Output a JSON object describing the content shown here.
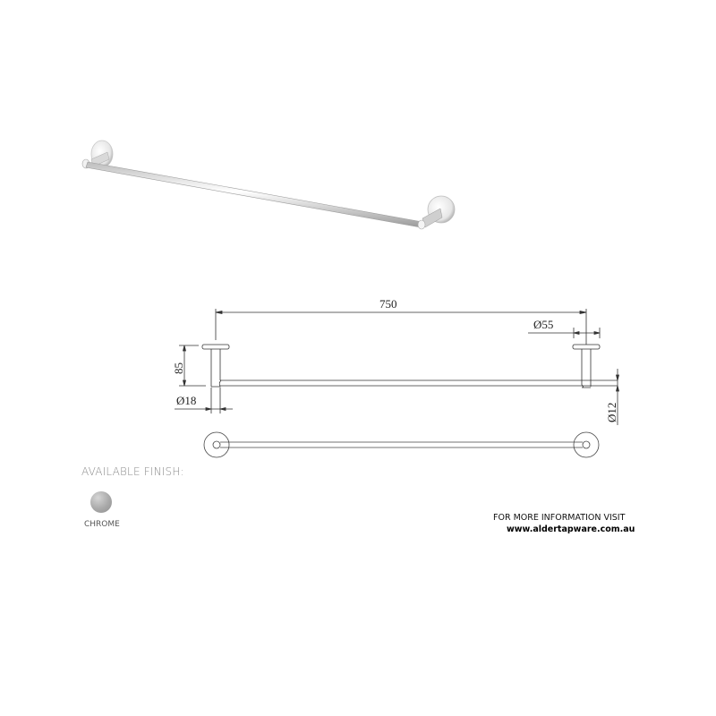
{
  "product_render": {
    "description": "chrome towel rail perspective view"
  },
  "drawing": {
    "dimensions": {
      "overall_length": "750",
      "backplate_diameter": "Ø55",
      "projection": "85",
      "post_diameter": "Ø18",
      "rail_diameter": "Ø12"
    }
  },
  "finishes": {
    "heading": "AVAILABLE FINISH:",
    "items": [
      {
        "name": "CHROME",
        "color": "#a9a9a9"
      }
    ]
  },
  "footer": {
    "info_text": "FOR MORE INFORMATION VISIT",
    "url": "www.aldertapware.com.au"
  }
}
